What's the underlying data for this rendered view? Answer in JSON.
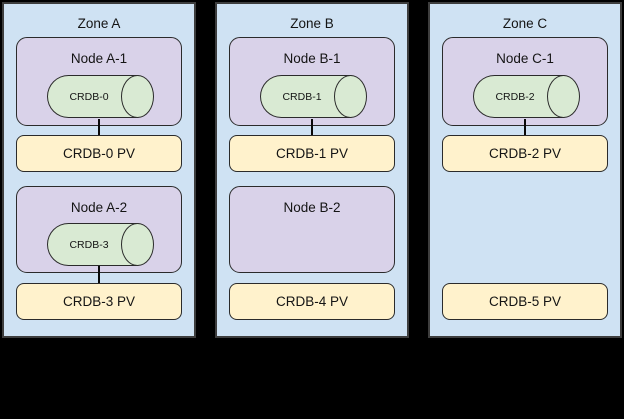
{
  "canvas": {
    "background": "#000000"
  },
  "colors": {
    "zone_fill": "#cfe2f3",
    "zone_border": "#3d3d3d",
    "node_fill": "#d9d2e9",
    "cylinder_fill": "#d9ead3",
    "pv_fill": "#fff2cc",
    "shape_border": "#2b2b2b",
    "connector": "#0a0a0a",
    "text": "#141414"
  },
  "zones": [
    {
      "title": "Zone A",
      "nodes": [
        {
          "title": "Node A-1",
          "cylinder_label": "CRDB-0",
          "pv_label": "CRDB-0 PV",
          "connected": true
        },
        {
          "title": "Node A-2",
          "cylinder_label": "CRDB-3",
          "pv_label": "CRDB-3 PV",
          "connected": true
        }
      ]
    },
    {
      "title": "Zone B",
      "nodes": [
        {
          "title": "Node B-1",
          "cylinder_label": "CRDB-1",
          "pv_label": "CRDB-1 PV",
          "connected": true
        },
        {
          "title": "Node B-2",
          "pv_label": "CRDB-4 PV",
          "connected": false
        }
      ]
    },
    {
      "title": "Zone C",
      "nodes": [
        {
          "title": "Node C-1",
          "cylinder_label": "CRDB-2",
          "pv_label": "CRDB-2 PV",
          "connected": true
        },
        {
          "pv_label": "CRDB-5 PV",
          "connected": false
        }
      ]
    }
  ]
}
